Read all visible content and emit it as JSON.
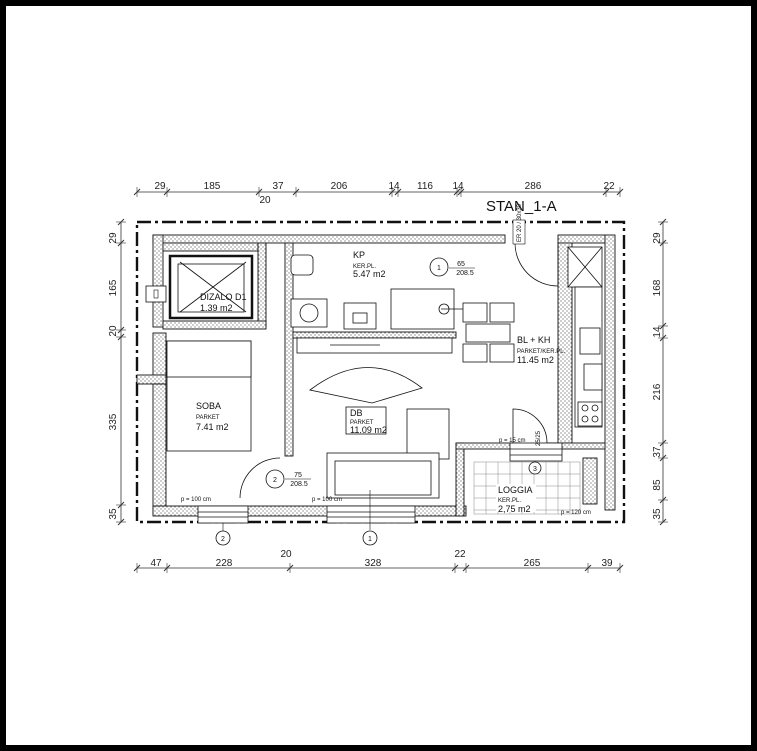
{
  "plan": {
    "title": "STAN_1-A",
    "rooms": [
      {
        "name": "DIZALO D1",
        "finish": "",
        "area": "1.39 m2"
      },
      {
        "name": "KP",
        "finish": "KER.PL.",
        "area": "5.47 m2"
      },
      {
        "name": "BL + KH",
        "finish": "PARKET/KER.PL.",
        "area": "11.45 m2"
      },
      {
        "name": "SOBA",
        "finish": "PARKET",
        "area": "7.41   m2"
      },
      {
        "name": "DB",
        "finish": "PARKET",
        "area": "11.09 m2"
      },
      {
        "name": "LOGGIA",
        "finish": "KER.PL.",
        "area": "2,75 m2"
      }
    ],
    "top_dims": [
      "29",
      "185",
      "37",
      "206",
      "14",
      "116",
      "14",
      "286",
      "22"
    ],
    "top_sub_dim": "20",
    "bottom_dims": [
      "47",
      "228",
      "20",
      "328",
      "22",
      "265",
      "39"
    ],
    "left_dims": [
      "29",
      "165",
      "20",
      "335",
      "35"
    ],
    "right_dims": [
      "29",
      "168",
      "14",
      "216",
      "37",
      "85",
      "35"
    ],
    "doors": [
      {
        "num": "1",
        "w": "65",
        "h": "208.5"
      },
      {
        "num": "2",
        "w": "75",
        "h": "208.5"
      }
    ],
    "window_notes": [
      "p = 100 cm",
      "p = 100 cm",
      "p = 15 cm",
      "p = 120 cm"
    ],
    "window_tags": [
      "2",
      "1",
      "3"
    ],
    "shaft_label": "ER 20 / 30x30",
    "vent_label": "25/25"
  }
}
